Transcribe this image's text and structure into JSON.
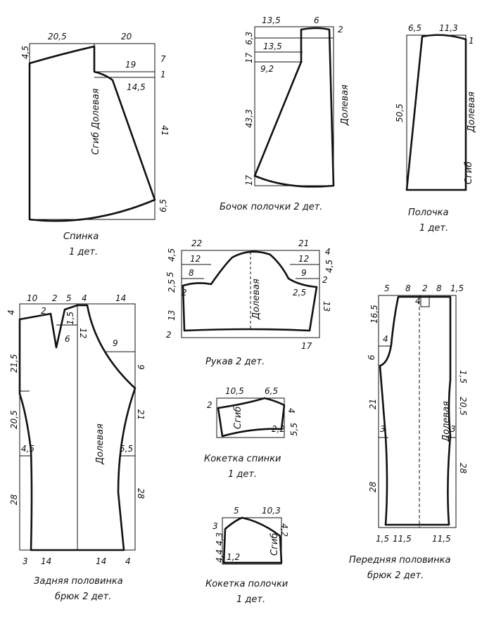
{
  "pieces": {
    "back": {
      "dims": [
        "20,5",
        "20",
        "4,5",
        "19",
        "1",
        "7",
        "14,5",
        "41",
        "6,5"
      ],
      "grain_fold": "Сгиб  Долевая",
      "caption": [
        "Спинка",
        "1 дет."
      ]
    },
    "side": {
      "dims": [
        "13,5",
        "6",
        "2",
        "6,3",
        "17",
        "13,5",
        "9,2",
        "43,3",
        "17"
      ],
      "grain": "Долевая",
      "caption": [
        "Бочок полочки 2 дет."
      ]
    },
    "front": {
      "dims": [
        "6,5",
        "11,3",
        "1",
        "50,5"
      ],
      "grain": "Долевая",
      "fold": "Сгиб",
      "caption": [
        "Полочка",
        "1 дет."
      ]
    },
    "sleeve": {
      "dims": [
        "22",
        "21",
        "4,5",
        "12",
        "12",
        "4",
        "2,5",
        "5",
        "8",
        "9",
        "2",
        "4,5",
        "2",
        "2,5",
        "13",
        "13",
        "2",
        "17"
      ],
      "grain": "Долевая",
      "caption": [
        "Рукав 2 дет."
      ]
    },
    "back_trousers": {
      "dims": [
        "10",
        "2",
        "5",
        "4",
        "14",
        "4",
        "2",
        "1,5",
        "6",
        "12",
        "9",
        "21,5",
        "9",
        "20,5",
        "21",
        "4,5",
        "5,5",
        "28",
        "28",
        "3",
        "14",
        "14",
        "4"
      ],
      "grain": "Долевая",
      "caption": [
        "Задняя половинка",
        "брюк 2 дет."
      ]
    },
    "back_yoke": {
      "dims": [
        "10,5",
        "6,5",
        "2",
        "4",
        "5,5",
        "2,2"
      ],
      "fold": "Сгиб",
      "caption": [
        "Кокетка спинки",
        "1 дет."
      ]
    },
    "front_yoke": {
      "dims": [
        "5",
        "10,3",
        "3",
        "4,2",
        "4,3",
        "4,4",
        "1,2"
      ],
      "fold": "Сгиб",
      "caption": [
        "Кокетка полочки",
        "1 дет."
      ]
    },
    "front_trousers": {
      "dims": [
        "5",
        "8",
        "2",
        "8",
        "1,5",
        "4",
        "16,5",
        "4",
        "6",
        "1,5",
        "21",
        "20,5",
        "3",
        "3",
        "28",
        "28",
        "1,5",
        "11,5",
        "11,5"
      ],
      "grain": "Долевая",
      "caption": [
        "Передняя половинка",
        "брюк 2 дет."
      ]
    }
  }
}
